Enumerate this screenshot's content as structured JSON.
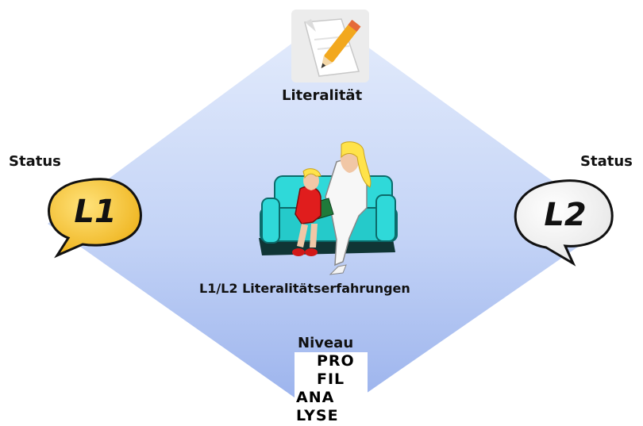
{
  "diagram": {
    "top_label": "Literalität",
    "left_label": "Status",
    "right_label": "Status",
    "center_label": "L1/L2 Literalitätserfahrungen",
    "bottom_label": "Niveau",
    "left_bubble": "L1",
    "right_bubble": "L2",
    "profil_lines": [
      "PRO",
      "FIL",
      "ANA",
      "LYSE"
    ],
    "icons": {
      "top": "notepad-pencil-icon",
      "center": "mother-reading-to-child-illustration",
      "bottom": "profilanalyse-logo"
    },
    "colors": {
      "diamond_top": "#dfe8fb",
      "diamond_bottom": "#9fb6ee",
      "bubble_left": "#f6c42a",
      "bubble_right": "#ffffff",
      "sofa": "#2fd9d9"
    }
  }
}
